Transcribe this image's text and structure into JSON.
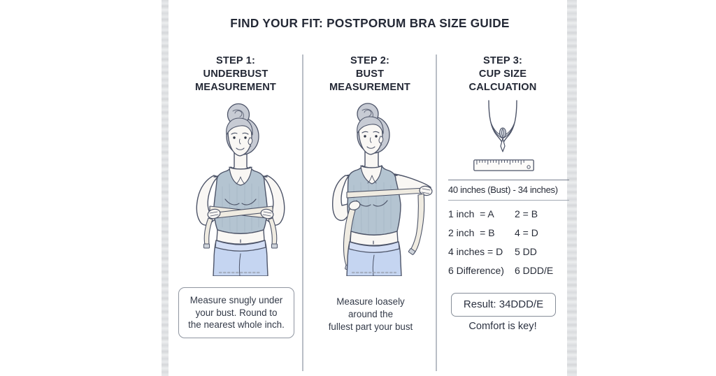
{
  "title": "FIND YOUR FIT: POSTPORUM BRA SIZE GUIDE",
  "steps": [
    {
      "heading": [
        "STEP 1:",
        "UNDERBUST",
        "MEASUREMENT"
      ],
      "note": [
        "Measure snugly under",
        "your bust. Round to",
        "the nearest whole inch."
      ],
      "illustration": "woman-measuring-underbust"
    },
    {
      "heading": [
        "STEP 2:",
        "BUST",
        "MEASUREMENT"
      ],
      "note": [
        "Measure loasely",
        "around the",
        "fullest part your bust"
      ],
      "illustration": "woman-measuring-bust"
    },
    {
      "heading": [
        "STEP 3:",
        "CUP SIZE",
        "CALCUATION"
      ],
      "icons": [
        "bra-icon",
        "ruler-icon"
      ],
      "difference_line": "40 inches (Bust) - 34 inches)",
      "rows": [
        {
          "left": "1 inch  = A",
          "right": "2 = B"
        },
        {
          "left": "2 inch  = B",
          "right": "4 = D"
        },
        {
          "left": "4 inches = D",
          "right": "5 DD"
        },
        {
          "left": "6 Difference)",
          "right": "6 DDD/E"
        }
      ],
      "result": "Result: 34DDD/E",
      "footer": "Comfort is key!"
    }
  ],
  "colors": {
    "text": "#272c38",
    "line_art": "#4d5468",
    "hair": "#c7cbd4",
    "skin": "#f9f7f4",
    "tank_top": "#b4c4d1",
    "leggings": "#c5d5f1",
    "tape": "#efebe1",
    "divider": "#b9bec6",
    "box_border": "#8f95a0",
    "card_edge": "#d9dbdd"
  }
}
